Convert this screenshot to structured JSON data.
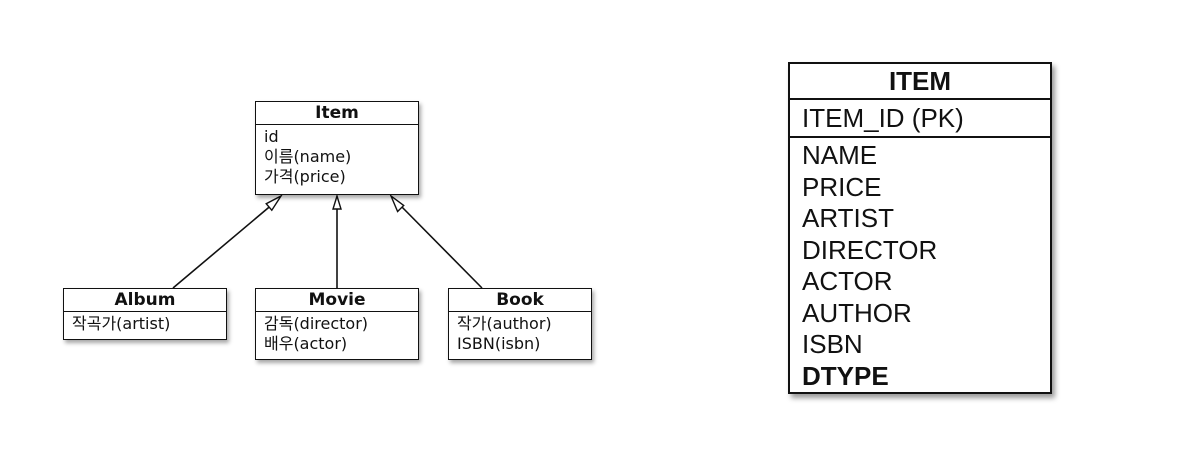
{
  "uml": {
    "item": {
      "title": "Item",
      "attrs": [
        "id",
        "이름(name)",
        "가격(price)"
      ]
    },
    "album": {
      "title": "Album",
      "attrs": [
        "작곡가(artist)"
      ]
    },
    "movie": {
      "title": "Movie",
      "attrs": [
        "감독(director)",
        "배우(actor)"
      ]
    },
    "book": {
      "title": "Book",
      "attrs": [
        "작가(author)",
        "ISBN(isbn)"
      ]
    }
  },
  "table": {
    "title": "ITEM",
    "pk": "ITEM_ID (PK)",
    "columns": [
      "NAME",
      "PRICE",
      "ARTIST",
      "DIRECTOR",
      "ACTOR",
      "AUTHOR",
      "ISBN"
    ],
    "discriminator": "DTYPE"
  }
}
